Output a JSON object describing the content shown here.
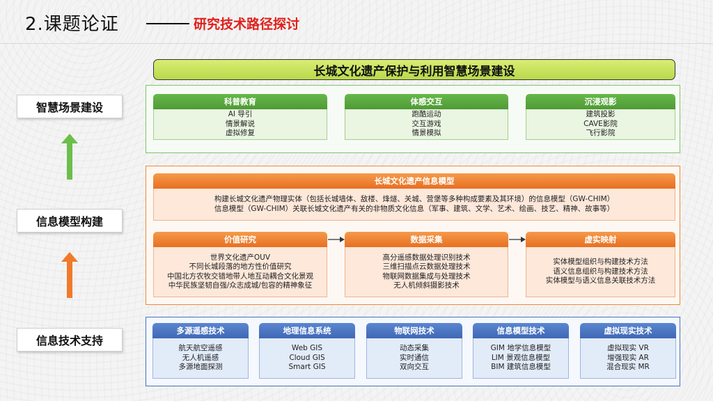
{
  "header": {
    "title": "2.课题论证",
    "subtitle": "研究技术路径探讨"
  },
  "top_title": "长城文化遗产保护与利用智慧场景建设",
  "left_labels": {
    "smart": "智慧场景建设",
    "model": "信息模型构建",
    "tech": "信息技术支持"
  },
  "arrow_colors": {
    "upper": "#6cbf4a",
    "lower": "#f07a2a"
  },
  "scenes": [
    {
      "title": "科普教育",
      "items": [
        "AI 导引",
        "情景解说",
        "虚拟修复"
      ]
    },
    {
      "title": "体感交互",
      "items": [
        "跑酷运动",
        "交互游戏",
        "情景模拟"
      ]
    },
    {
      "title": "沉浸观影",
      "items": [
        "建筑投影",
        "CAVE影院",
        "飞行影院"
      ]
    }
  ],
  "info_model": {
    "title": "长城文化遗产信息模型",
    "lines": [
      "构建长城文化遗产物理实体（包括长城墙体、敌楼、烽燧、关城、营堡等多种构成要素及其环境）的信息模型（GW-CHIM）",
      "信息模型（GW-CHIM）关联长城文化遗产有关的非物质文化信息（军事、建筑、文学、艺术、绘画、技艺、精神、故事等）"
    ]
  },
  "processes": [
    {
      "title": "价值研究",
      "items": [
        "世界文化遗产OUV",
        "不同长城段落的地方性价值研究",
        "中国北方农牧交错地带人地互动耦合文化景观",
        "中华民族坚韧自强/众志成城/包容的精神象征"
      ]
    },
    {
      "title": "数据采集",
      "items": [
        "高分遥感数据处理识别技术",
        "三维扫描点云数据处理技术",
        "物联网数据集成与处理技术",
        "无人机倾斜摄影技术"
      ]
    },
    {
      "title": "虚实映射",
      "items": [
        "实体模型组织与构建技术方法",
        "语义信息组织与构建技术方法",
        "实体模型与语义信息关联技术方法"
      ]
    }
  ],
  "techs": [
    {
      "title": "多源遥感技术",
      "items": [
        "航天航空遥感",
        "无人机遥感",
        "多源地面探测"
      ]
    },
    {
      "title": "地理信息系统",
      "items": [
        "Web GIS",
        "Cloud GIS",
        "Smart GIS"
      ]
    },
    {
      "title": "物联网技术",
      "items": [
        "动态采集",
        "实时通信",
        "双向交互"
      ]
    },
    {
      "title": "信息模型技术",
      "items": [
        "GIM 地学信息模型",
        "LIM 景观信息模型",
        "BIM 建筑信息模型"
      ]
    },
    {
      "title": "虚拟现实技术",
      "items": [
        "虚拟现实 VR",
        "增强现实 AR",
        "混合现实 MR"
      ]
    }
  ]
}
